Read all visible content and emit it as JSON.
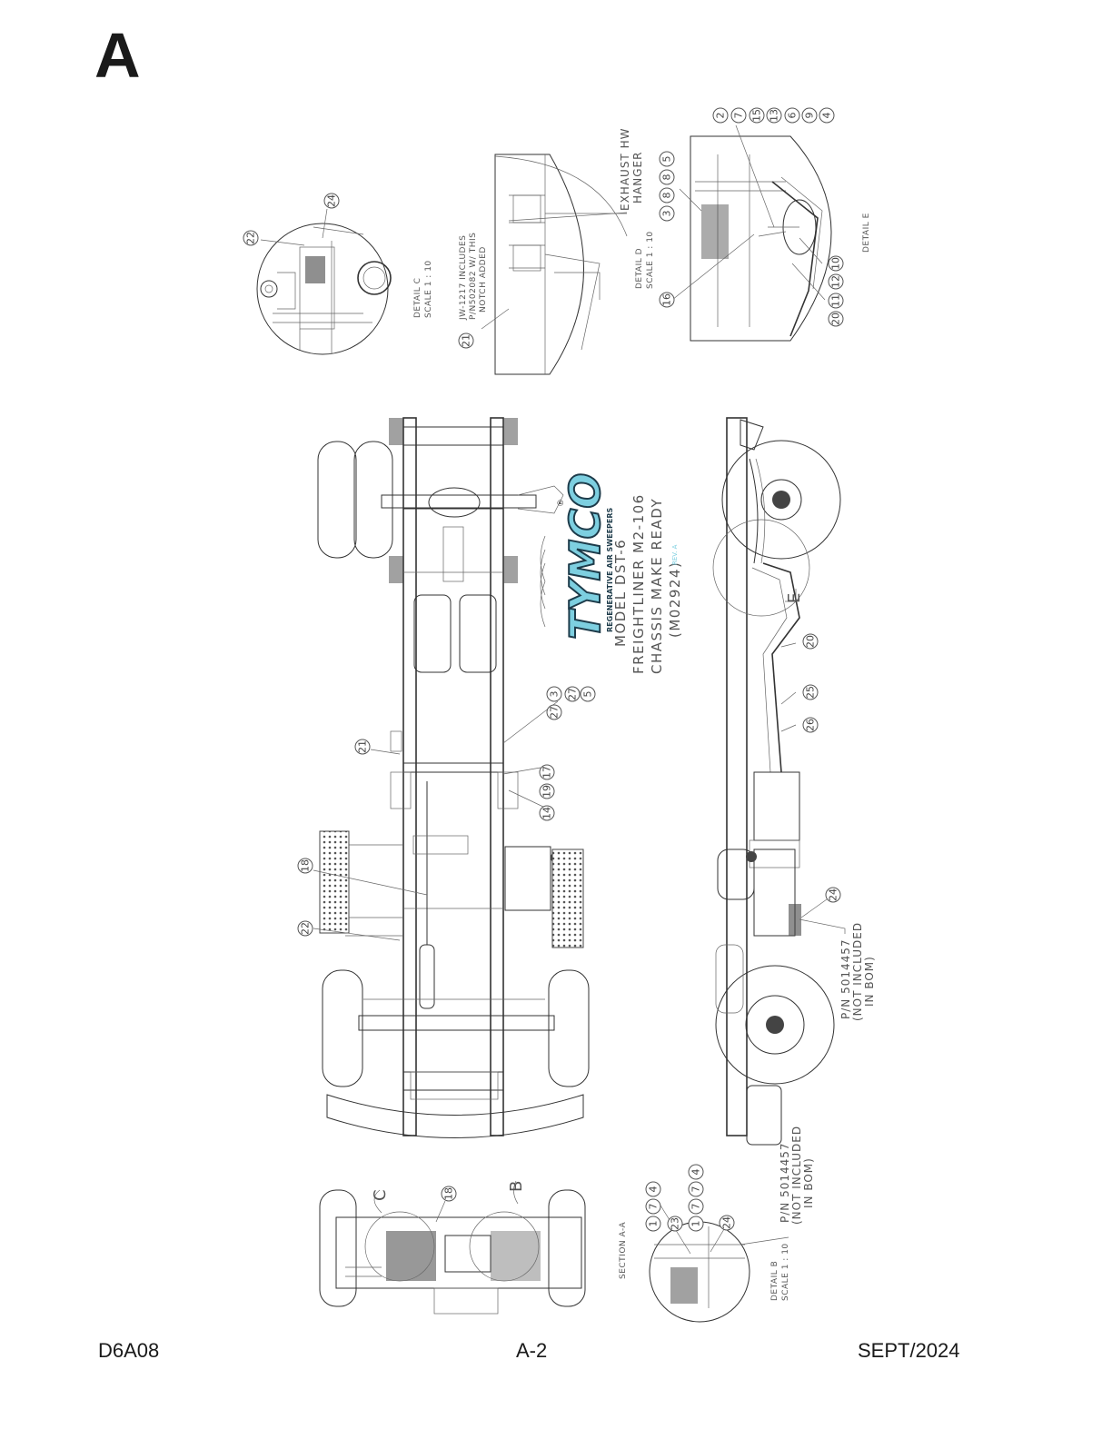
{
  "header": {
    "section_letter": "A"
  },
  "footer": {
    "left": "D6A08",
    "center": "A-2",
    "right": "SEPT/2024"
  },
  "title_block": {
    "logo_text": "TYMCO",
    "logo_tagline": "REGENERATIVE AIR SWEEPERS",
    "registered_mark": "®",
    "line1": "MODEL DST-6",
    "line2": "FREIGHTLINER M2-106",
    "line3": "CHASSIS MAKE READY",
    "line4": "(M02924)",
    "rev": "REV. A"
  },
  "detail_labels": {
    "detail_c": "DETAIL C",
    "detail_c_scale": "SCALE 1 : 10",
    "detail_d": "DETAIL D",
    "detail_d_scale": "SCALE 1 : 10",
    "detail_e": "DETAIL E",
    "detail_b": "DETAIL B",
    "detail_b_scale": "SCALE 1 : 10",
    "section_aa": "SECTION A-A",
    "view_c": "C",
    "view_b": "B",
    "view_e": "E"
  },
  "notes": {
    "notch_line1": "JW-1217 INCLUDES",
    "notch_line2": "P/N502082 W/ THIS",
    "notch_line3": "NOTCH ADDED",
    "exhaust_line1": "EXHAUST HW",
    "exhaust_line2": "HANGER",
    "pn_side_line1": "P/N 5014457",
    "pn_side_line2": "(NOT INCLUDED",
    "pn_side_line3": "IN BOM)",
    "pn_detail_line1": "P/N 5014457",
    "pn_detail_line2": "(NOT INCLUDED",
    "pn_detail_line3": "IN BOM)"
  },
  "balloons": {
    "b_d_top": [
      "2",
      "7",
      "15",
      "13",
      "6",
      "9",
      "4"
    ],
    "b_d_mid": [
      "3",
      "8",
      "8",
      "5"
    ],
    "b_d_low": [
      "10",
      "12",
      "11",
      "20"
    ],
    "b_d_16": "16",
    "b_d_21": "21",
    "b_c_22": "22",
    "b_c_24": "24",
    "b_top_3": "3",
    "b_top_27a": "27",
    "b_top_27b": "27",
    "b_top_5": "5",
    "b_top_21": "21",
    "b_top_17": "17",
    "b_top_19": "19",
    "b_top_14": "14",
    "b_top_18": "18",
    "b_top_22": "22",
    "b_side_20": "20",
    "b_side_25": "25",
    "b_side_26": "26",
    "b_side_24": "24",
    "b_sec_18": "18",
    "b_det_row1": [
      "1",
      "7",
      "4"
    ],
    "b_det_row2": [
      "23",
      "1",
      "7",
      "7",
      "4"
    ],
    "b_det_24": "24"
  }
}
